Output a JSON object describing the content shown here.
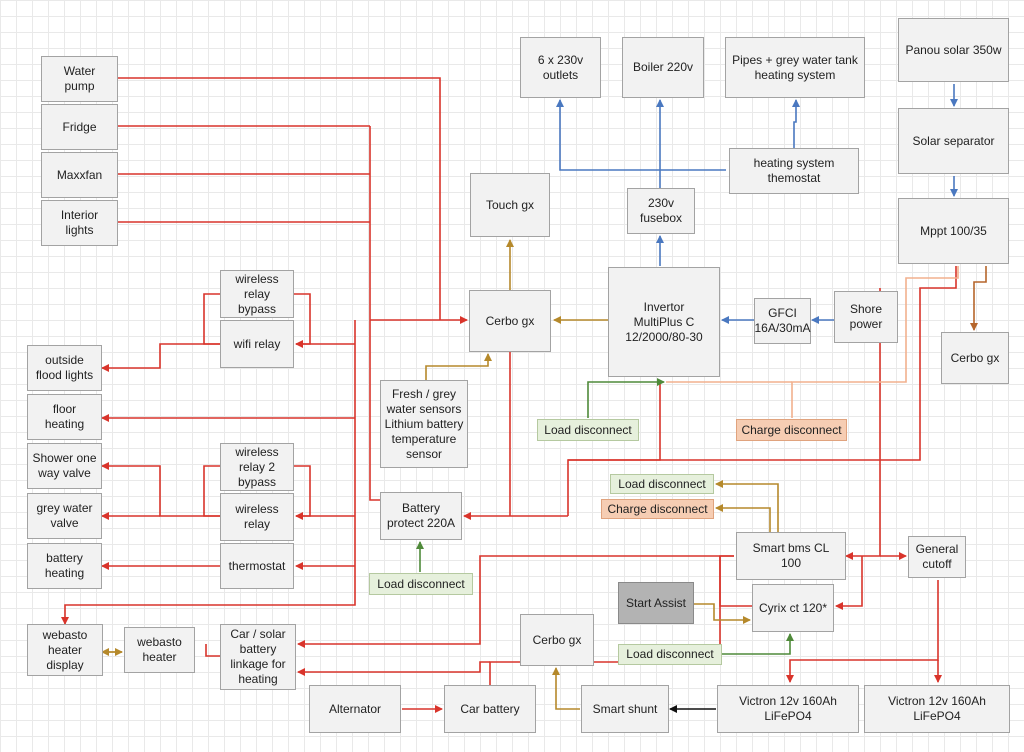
{
  "colors": {
    "dc": "#d9342b",
    "data": "#b5892b",
    "ac": "#4a78c0",
    "load": "#4f8a3a",
    "charge": "#f2b08e",
    "charge_line": "#b5652b",
    "shunt": "#111111"
  },
  "nodes": {
    "water_pump": "Water\npump",
    "fridge": "Fridge",
    "maxxfan": "Maxxfan",
    "interior_lights": "Interior\nlights",
    "outside_flood_lights": "outside\nflood lights",
    "floor_heating": "floor\nheating",
    "shower_valve": "Shower one\nway valve",
    "grey_water_valve": "grey water\nvalve",
    "battery_heating": "battery\nheating",
    "webasto_display": "webasto\nheater\ndisplay",
    "webasto_heater": "webasto\nheater",
    "wireless_relay_bypass": "wireless\nrelay\nbypass",
    "wifi_relay": "wifi relay",
    "wireless_relay_2_bypass": "wireless\nrelay 2\nbypass",
    "wireless_relay": "wireless\nrelay",
    "thermostat": "thermostat",
    "car_solar_linkage": "Car / solar\nbattery\nlinkage for\nheating",
    "alternator": "Alternator",
    "car_battery": "Car battery",
    "fresh_grey_sensors": "Fresh / grey\nwater sensors\nLithium battery\ntemperature\nsensor",
    "battery_protect": "Battery\nprotect 220A",
    "load_disconnect_bp": "Load disconnect",
    "touch_gx": "Touch gx",
    "cerbo_gx_main": "Cerbo gx",
    "load_disconnect_inv": "Load disconnect",
    "outlets": "6 x 230v\noutlets",
    "boiler": "Boiler 220v",
    "pipes_heating": "Pipes + grey water tank\nheating system",
    "heating_thermostat": "heating system\nthemostat",
    "fusebox": "230v\nfusebox",
    "invertor": "Invertor\nMultiPlus C\n12/2000/80-30",
    "gfci": "GFCI\n16A/30mA",
    "shore_power": "Shore\npower",
    "charge_disconnect_inv": "Charge disconnect",
    "panou_solar": "Panou solar 350w",
    "solar_separator": "Solar separator",
    "mppt": "Mppt 100/35",
    "cerbo_gx_right": "Cerbo gx",
    "load_disconnect_bms": "Load disconnect",
    "charge_disconnect_bms": "Charge disconnect",
    "smart_bms": "Smart bms CL\n100",
    "general_cutoff": "General\ncutoff",
    "start_assist": "Start Assist",
    "cyrix": "Cyrix ct 120*",
    "load_disconnect_cyrix": "Load disconnect",
    "cerbo_gx_bottom": "Cerbo gx",
    "smart_shunt": "Smart shunt",
    "victron_1": "Victron  12v 160Ah\nLiFePO4",
    "victron_2": "Victron  12v 160Ah\nLiFePO4"
  }
}
